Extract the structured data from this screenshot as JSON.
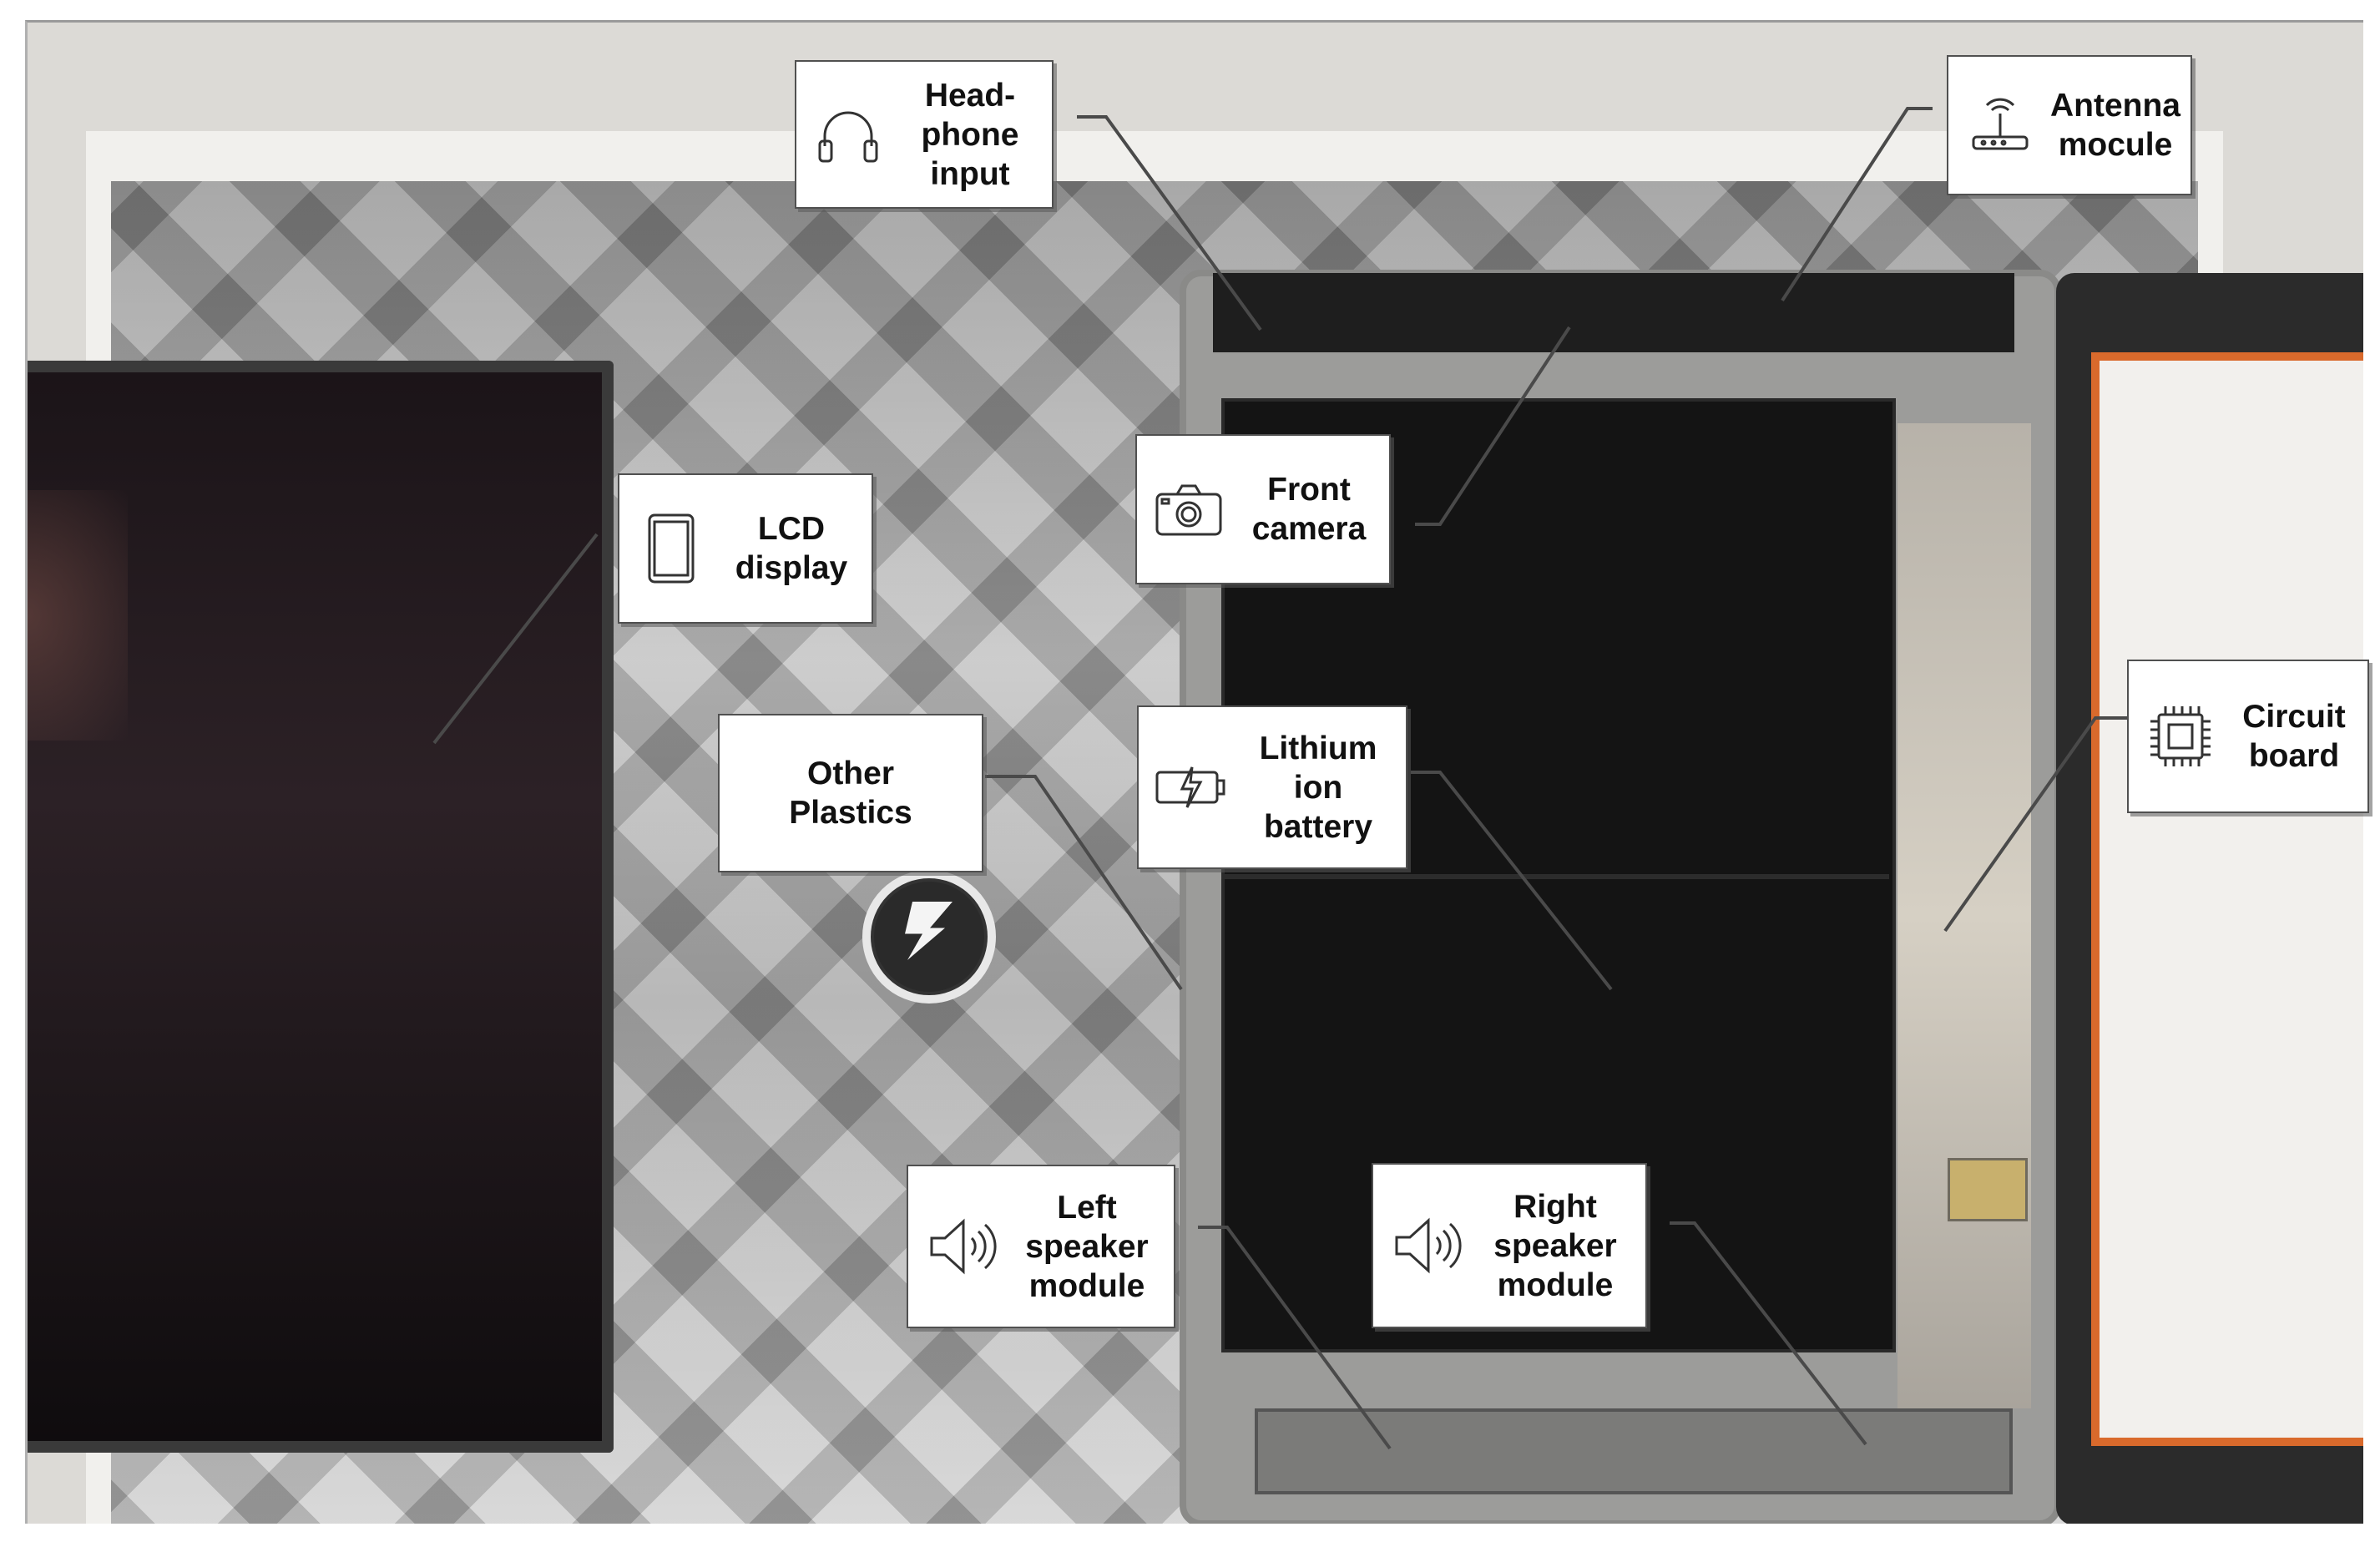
{
  "labels": {
    "headphone": "Head-\nphone\ninput",
    "antenna": "Antenna\nmocule",
    "lcd": "LCD\ndisplay",
    "front_camera": "Front\ncamera",
    "other_plastics": "Other\nPlastics",
    "battery": "Lithium\nion\nbattery",
    "circuit_board": "Circuit\nboard",
    "left_speaker": "Left\nspeaker\nmodule",
    "right_speaker": "Right\nspeaker\nmodule"
  },
  "icons": {
    "headphone": "headphones-icon",
    "antenna": "antenna-router-icon",
    "lcd": "tablet-icon",
    "front_camera": "camera-icon",
    "battery": "battery-charging-icon",
    "circuit_board": "chip-icon",
    "left_speaker": "speaker-icon",
    "right_speaker": "speaker-icon"
  },
  "colors": {
    "leader_line": "#4a4a4a",
    "callout_border": "#505050",
    "touch_frame_accent": "#d96a2c"
  }
}
